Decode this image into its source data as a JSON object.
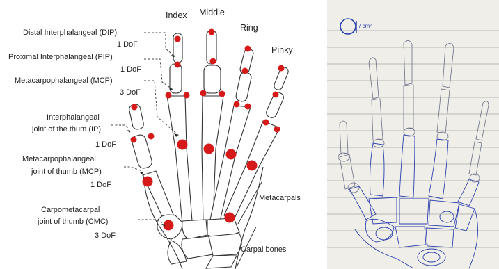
{
  "diagram": {
    "fingers": {
      "index": "Index",
      "middle": "Middle",
      "ring": "Ring",
      "pinky": "Pinky"
    },
    "joints": {
      "dip": {
        "name": "Distal Interphalangeal (DIP)",
        "dof": "1 DoF"
      },
      "pip": {
        "name": "Proximal Interphalangeal (PIP)",
        "dof": "1 DoF"
      },
      "mcp": {
        "name": "Metacarpophalangeal (MCP)",
        "dof": "3 DoF"
      },
      "thumb_ip": {
        "line1": "Interphalangeal",
        "line2": "joint of the thum (IP)",
        "dof": "1 DoF"
      },
      "thumb_mcp": {
        "line1": "Metacarpophalangeal",
        "line2": "joint of thumb (MCP)",
        "dof": "1 DoF"
      },
      "thumb_cmc": {
        "line1": "Carpometacarpal",
        "line2": "joint of thumb (CMC)",
        "dof": "3 DoF"
      }
    },
    "regions": {
      "metacarpals": "Metacarpals",
      "carpal_bones": "Carpal bones"
    },
    "joint_color": "#d61a1a"
  },
  "sketch": {
    "note": "/ cm²",
    "ink_color": "#2b3fae",
    "paper_color": "#efeee9"
  }
}
